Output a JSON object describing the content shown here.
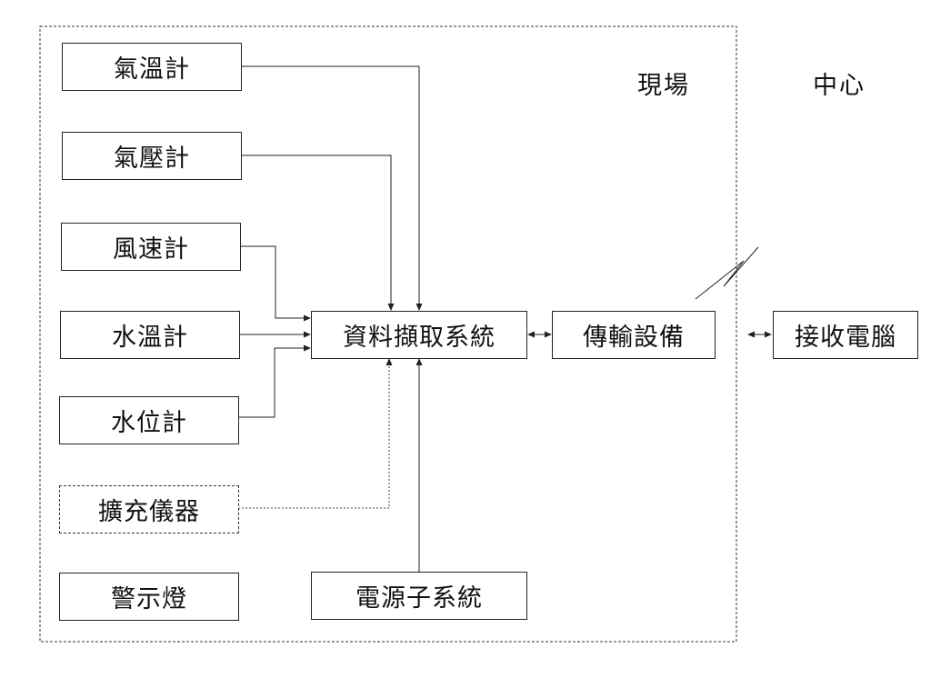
{
  "zones": {
    "site": "現場",
    "center": "中心"
  },
  "sensors": {
    "air_temp": "氣溫計",
    "air_pressure": "氣壓計",
    "wind_speed": "風速計",
    "water_temp": "水溫計",
    "water_level": "水位計",
    "expansion": "擴充儀器",
    "warning_light": "警示燈"
  },
  "systems": {
    "data_acquisition": "資料擷取系統",
    "power": "電源子系統",
    "transmission": "傳輸設備",
    "receiving_computer": "接收電腦"
  },
  "colors": {
    "line": "#222222",
    "background": "#ffffff"
  }
}
